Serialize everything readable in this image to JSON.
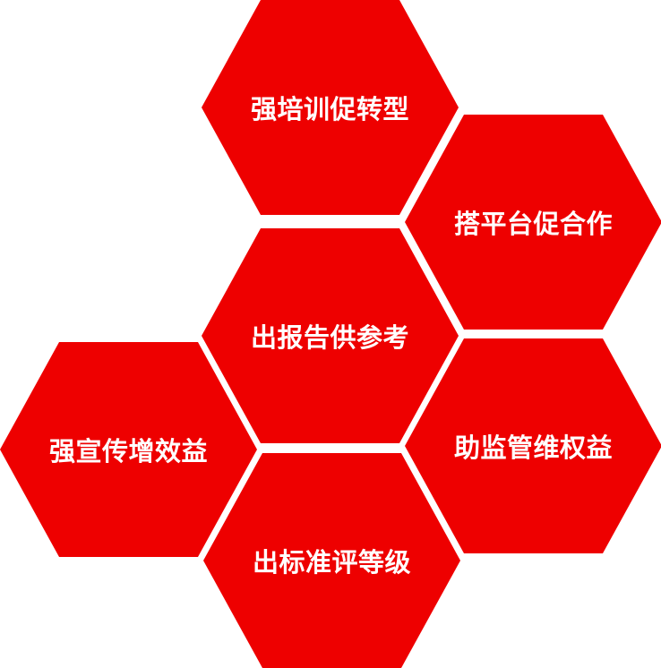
{
  "hexagons": {
    "top": "强培训促转型",
    "upper_right": "搭平台促合作",
    "center": "出报告供参考",
    "left": "强宣传增效益",
    "lower_right": "助监管维权益",
    "bottom": "出标准评等级"
  },
  "colors": {
    "hex_fill": "#ee0000",
    "label_text": "#ffffff",
    "background": "#ffffff"
  }
}
